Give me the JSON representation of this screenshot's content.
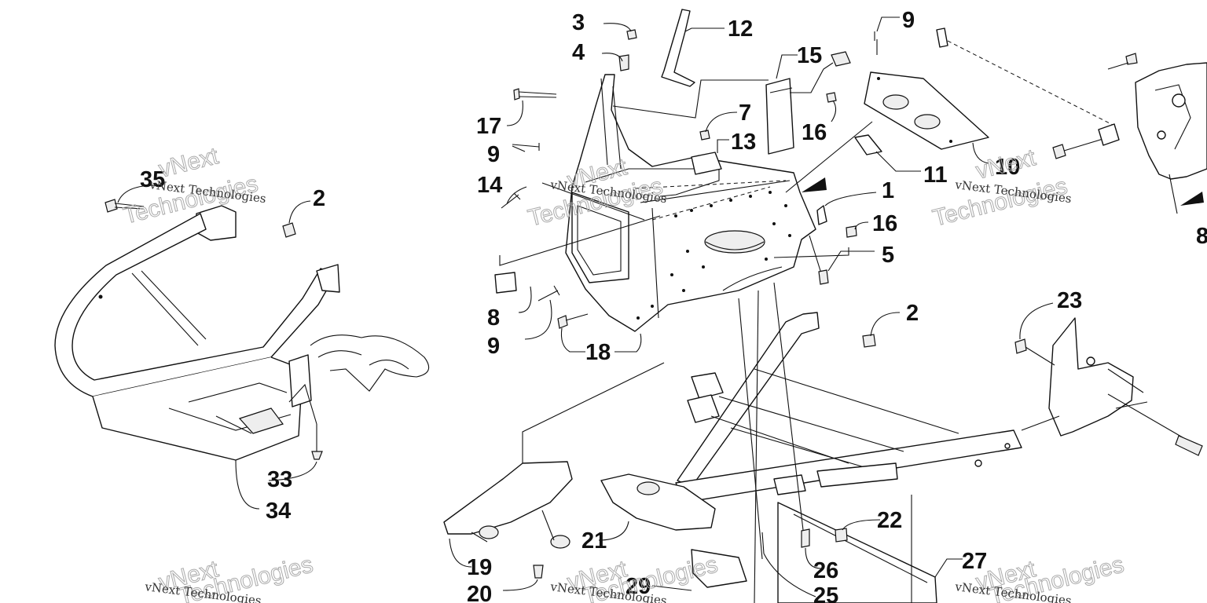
{
  "diagram": {
    "callouts": [
      "35",
      "2",
      "33",
      "34",
      "3",
      "4",
      "17",
      "9",
      "14",
      "8",
      "9",
      "18",
      "12",
      "7",
      "13",
      "15",
      "16",
      "9",
      "10",
      "11",
      "1",
      "16",
      "5",
      "2",
      "23",
      "19",
      "20",
      "21",
      "29",
      "22",
      "26",
      "25",
      "27",
      "8"
    ],
    "watermark": {
      "line1": "vNext",
      "line2": "Technologies",
      "caption": "vNext Technologies"
    }
  }
}
